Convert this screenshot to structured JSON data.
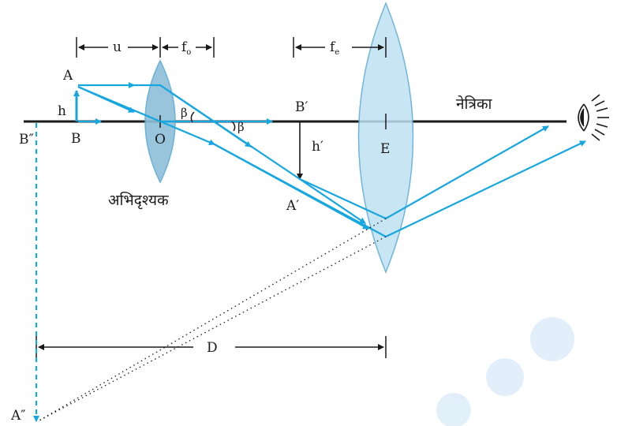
{
  "labels": {
    "A": "A",
    "B": "B",
    "h": "h",
    "O": "O",
    "beta1": "β",
    "beta2": "β",
    "B_prime": "B′",
    "h_prime": "h′",
    "A_prime": "A′",
    "E": "E",
    "B_dprime": "B″",
    "A_dprime": "A″",
    "D": "D",
    "u": "u",
    "f_o": "f",
    "f_o_sub": "o",
    "f_e": "f",
    "f_e_sub": "e",
    "objective": "अभिदृश्यक",
    "eyepiece": "नेत्रिका"
  },
  "colors": {
    "ray": "#16a6e0",
    "axis": "#1a1a1a",
    "objective_lens": "#8fbfd9",
    "eyepiece_lens": "#bfe1f2",
    "lens_stroke": "#5aa9d6",
    "watermark": "#cfe6f7"
  },
  "icons": {
    "eye": "eye-icon"
  }
}
